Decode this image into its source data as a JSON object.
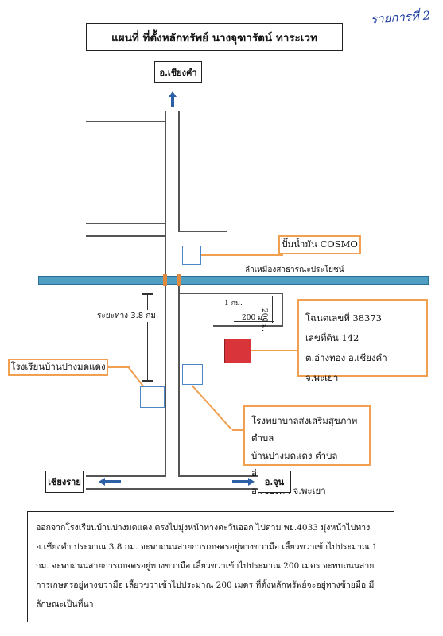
{
  "handwritten_note": "รายการที่ 2",
  "title": "แผนที่ ที่ตั้งหลักทรัพย์ นางจุฑารัตน์ ทาระเวท",
  "places": {
    "north_town": "อ.เชียงคำ",
    "west_town": "เชียงราย",
    "east_town": "อ.จุน"
  },
  "labels": {
    "gas_station": "ปั๊มน้ำมัน COSMO",
    "canal": "ลำเหมืองสาธารณะประโยชน์",
    "distance_38": "ระยะทาง 3.8 กม.",
    "dist_1km": "1 กม.",
    "dist_200m_horizontal": "200 ม.",
    "dist_200m_vertical": "200 ม.",
    "school": "โรงเรียนบ้านปางมดแดง",
    "deed_line1": "โฉนดเลขที่ 38373",
    "deed_line2": "เลขที่ดิน 142",
    "deed_line3": "ต.อ่างทอง อ.เชียงคำ จ.พะเยา",
    "hospital_line1": "โรงพยาบาลส่งเสริมสุขภาพตำบล",
    "hospital_line2": "บ้านปางมดแดง ตำบลอ่างทอง",
    "hospital_line3": "อ.เชียงคำ จ.พะเยา"
  },
  "directions": "ออกจากโรงเรียนบ้านปางมดแดง ตรงไปมุ่งหน้าทางตะวันออก ไปตาม พย.4033 มุ่งหน้าไปทาง อ.เชียงคำ ประมาณ 3.8 กม. จะพบถนนสายการเกษตรอยู่ทางขวามือ เลี้ยวขวาเข้าไปประมาณ 1 กม. จะพบถนนสายการเกษตรอยู่ทางขวามือ เลี้ยวขวาเข้าไปประมาณ 200 เมตร จะพบถนนสายการเกษตรอยู่ทางขวามือ เลี้ยวขวาเข้าไปประมาณ 200 เมตร ที่ตั้งหลักทรัพย์จะอยู่ทางซ้ายมือ มีลักษณะเป็นที่นา",
  "colors": {
    "canal": "#4f9ec4",
    "leader": "#f0a050",
    "marker": "#4a86c8",
    "property": "#d8343a",
    "arrow": "#2c5fa6"
  }
}
